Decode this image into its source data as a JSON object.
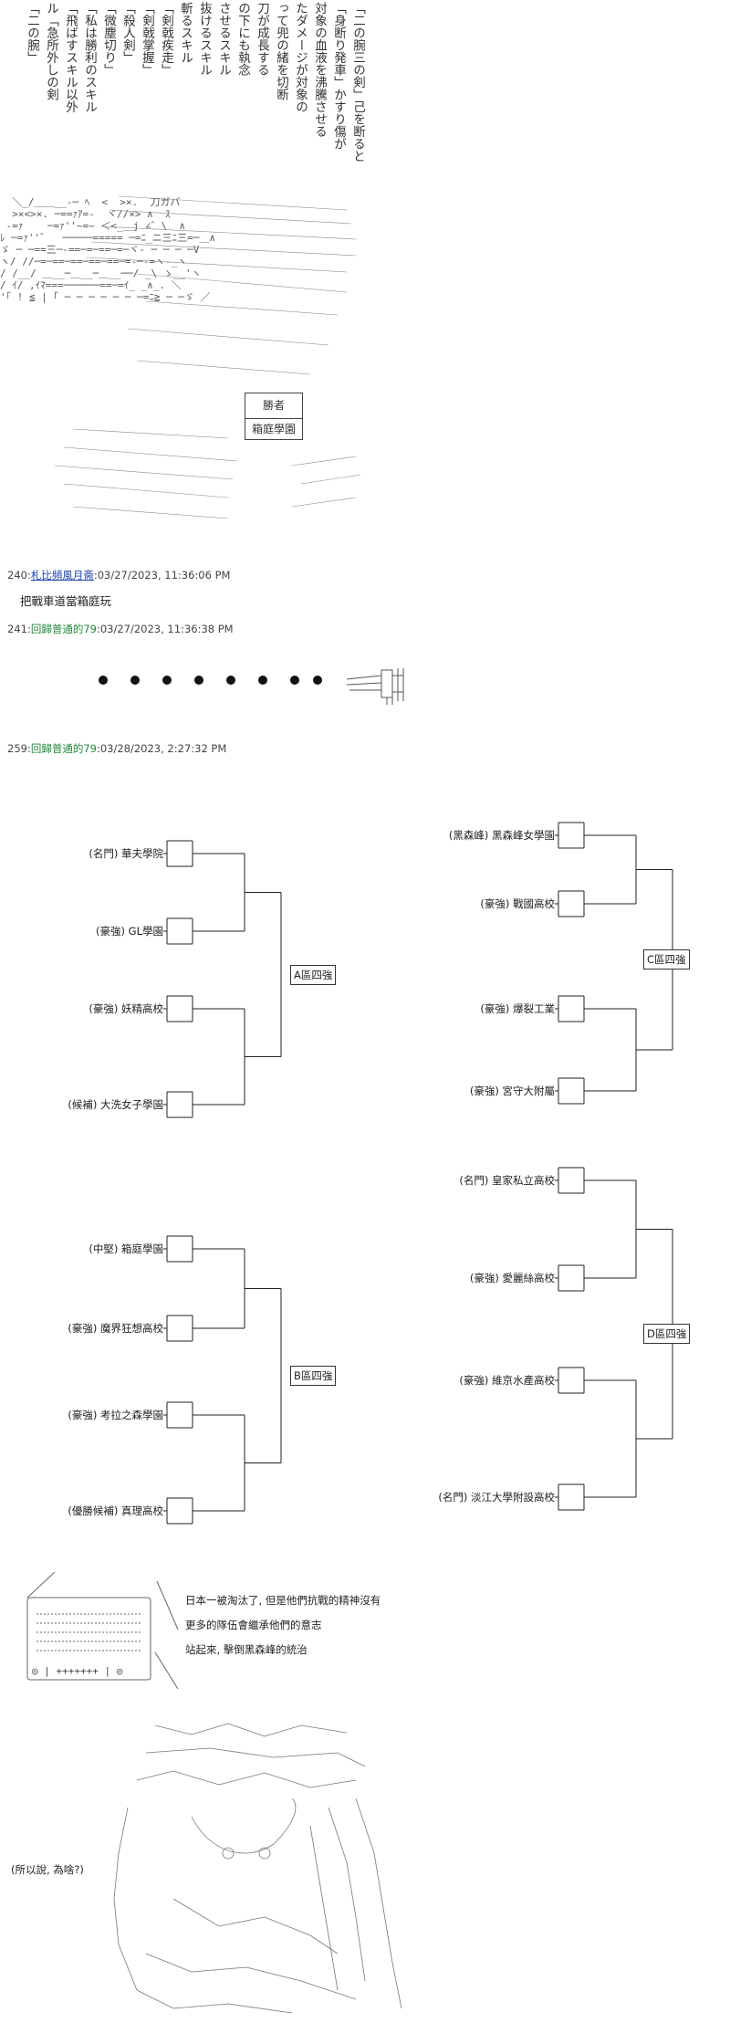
{
  "top_panel": {
    "columns": [
      "「二の腕三の剣」己を断ると",
      "「身断り発車」かすり傷が",
      "対象の血液を沸騰させる",
      "たダメージが対象の",
      "って兜の緒を切断",
      "刀が成長する",
      "の下にも執念",
      "させるスキル",
      "抜けるスキル",
      "斬るスキル",
      "「剣戟疾走」",
      "「剣戟掌握」",
      "「殺人剣」",
      "「微塵切り」",
      "「私は勝利のスキル",
      "「飛ばすスキル以外",
      "ル「急所外しの剣",
      "「二の腕」"
    ],
    "badge_line1": "勝者",
    "badge_line2": "箱庭學園",
    "aa_art": [
      "  ＼_/＿＿__-─ ﾍ  <  >×.  刀ガバ",
      "  >×<>×. ─==ｧｱ=-  ヾ//×> ∧  ｽ",
      " ‐=ｧ    ─=ｧ''~=~ ＜<_＿j ∠゛\\  ∧",
      "ﾚ ─=ｧ''゛  ─────===== ─=ﾆ_ニ三ﾆ三=─＿∧",
      "ゞ ─ ─==三─-==─=─==─=─ヾ- ─ ─ ─ ─V",
      "ヽ/ //─=─==─==─==─==─=-─-=ヽ-_ヽ",
      "/ /__/ ＿__─＿__─＿__──/ _\\ ゝ__'ヽ",
      "/ ｲ/ ,ｲﾏ===──────==─=ｲ_ _∧_. ＼",
      "'｢ ! ≦ | ｢ ─ ─ ─ ─ ─ ─ ─=ﾆ≧ ─ ─ゞ ／"
    ]
  },
  "posts": [
    {
      "num": "240",
      "name": "札比頻風月斋",
      "date": "03/27/2023, 11:36:06 PM",
      "body": "把戰車道當箱庭玩"
    },
    {
      "num": "241",
      "name": "回歸普通的79",
      "date": "03/27/2023, 11:36:38 PM",
      "body": ""
    },
    {
      "num": "259",
      "name": "回歸普通的79",
      "date": "03/28/2023, 2:27:32 PM",
      "body": ""
    }
  ],
  "bracket": {
    "A": {
      "label": "A區四強",
      "teams": [
        "(名門) 華夫學院",
        "(豪強) GL學園",
        "(豪強) 妖精高校",
        "(候補) 大洗女子學園"
      ]
    },
    "B": {
      "label": "B區四強",
      "teams": [
        "(中堅) 箱庭學園",
        "(豪強) 魔界狂想高校",
        "(豪強) 考拉之森學園",
        "(優勝候補) 真理高校"
      ]
    },
    "C": {
      "label": "C區四強",
      "teams": [
        "(黑森峰) 黑森峰女學園",
        "(豪強) 戰國高校",
        "(豪強) 爆裂工業",
        "(豪強) 宮守大附屬"
      ]
    },
    "D": {
      "label": "D區四強",
      "teams": [
        "(名門) 皇家私立高校",
        "(豪強) 愛麗絲高校",
        "(豪強) 維京水產高校",
        "(名門) 淡江大學附設高校"
      ]
    }
  },
  "radio_text": [
    "日本一被淘汰了, 但是他們抗戰的精神沒有",
    "更多的隊伍會繼承他們的意志",
    "站起來, 擊倒黑森峰的統治"
  ],
  "radio_dial": "◎ | +++++++ | ◎",
  "final_caption": "(所以說, 為啥?)"
}
